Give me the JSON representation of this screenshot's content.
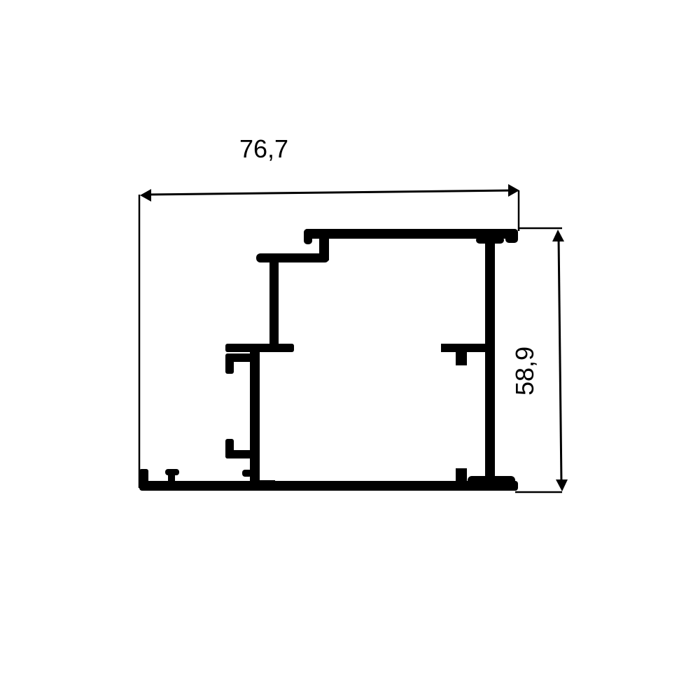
{
  "drawing": {
    "type": "aluminium-profile-cross-section",
    "colors": {
      "background": "#ffffff",
      "ink": "#000000"
    },
    "dimensions": {
      "width": {
        "label": "76,7",
        "value": 76.7,
        "orientation": "horizontal"
      },
      "height": {
        "label": "58,9",
        "value": 58.9,
        "orientation": "vertical"
      }
    }
  }
}
